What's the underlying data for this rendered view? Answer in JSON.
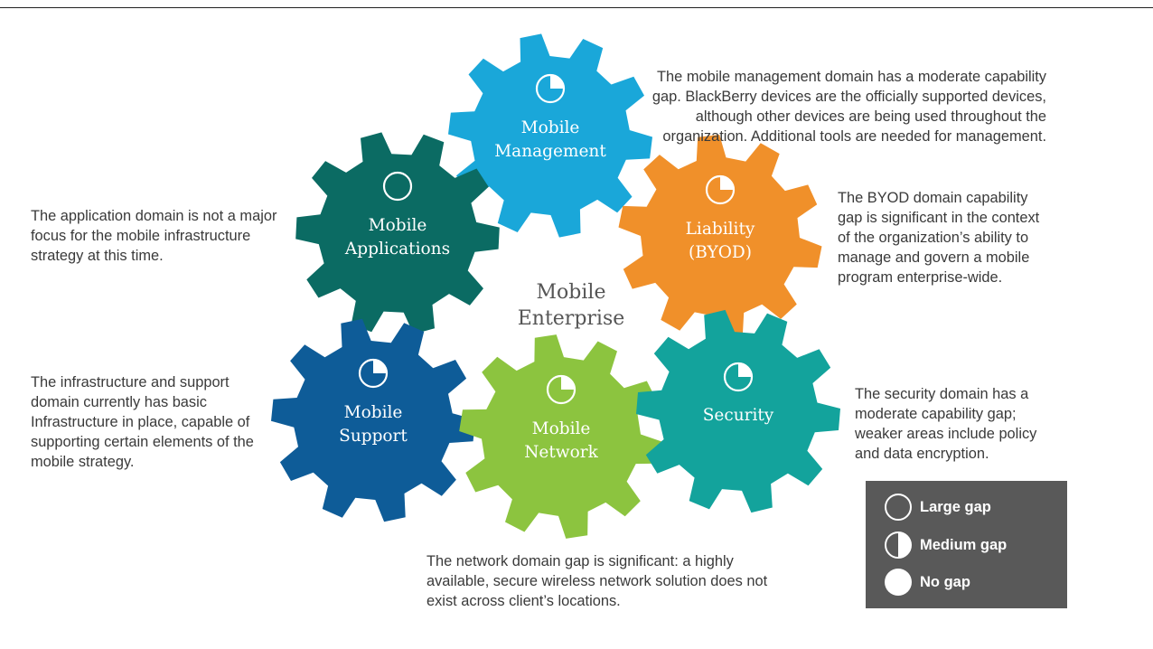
{
  "center_label": [
    "Mobile",
    "Enterprise"
  ],
  "gears": [
    {
      "id": "management",
      "title": [
        "Mobile",
        "Management"
      ],
      "gap": "medium",
      "color": "#1aa7d9"
    },
    {
      "id": "applications",
      "title": [
        "Mobile",
        "Applications"
      ],
      "gap": "large",
      "color": "#0b6b63"
    },
    {
      "id": "liability",
      "title": [
        "Liability",
        "(BYOD)"
      ],
      "gap": "medium",
      "color": "#f0902a"
    },
    {
      "id": "support",
      "title": [
        "Mobile",
        "Support"
      ],
      "gap": "medium",
      "color": "#0e5c98"
    },
    {
      "id": "network",
      "title": [
        "Mobile",
        "Network"
      ],
      "gap": "medium",
      "color": "#8cc43f"
    },
    {
      "id": "security",
      "title": [
        "Security"
      ],
      "gap": "medium",
      "color": "#13a39c"
    }
  ],
  "descriptions": {
    "management": "The mobile management domain has a moderate capability gap. BlackBerry devices are the officially supported devices, although other devices are being used throughout the organization. Additional tools are needed for management.",
    "applications": "The application domain is not a major focus for the mobile infrastructure strategy at this time.",
    "liability": "The BYOD domain capability gap is significant in the context of the organization’s ability to manage and govern a mobile program enterprise-wide.",
    "support": "The infrastructure and support domain currently has basic Infrastructure in place, capable of supporting certain elements of the mobile strategy.",
    "network": "The network domain gap is significant: a highly available, secure wireless network solution does not exist across client’s locations.",
    "security": "The security domain has a moderate capability gap; weaker areas include policy and data encryption."
  },
  "legend": {
    "large": "Large gap",
    "medium": "Medium gap",
    "none": "No gap"
  }
}
